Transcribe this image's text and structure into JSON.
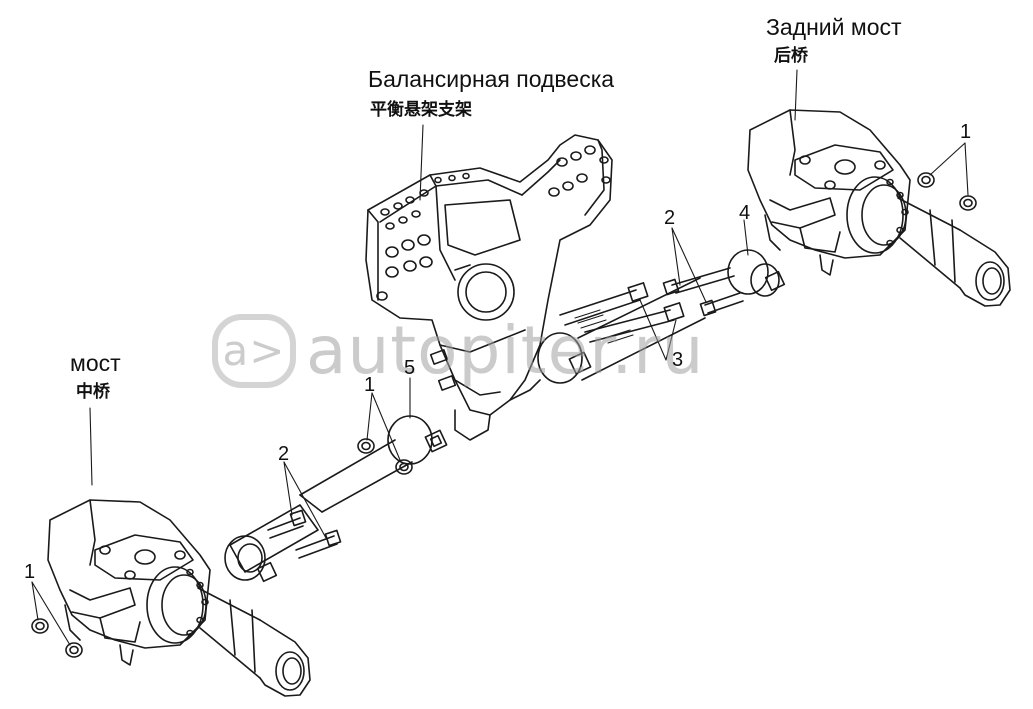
{
  "labels": {
    "rear_axle_ru": "Задний мост",
    "rear_axle_cn": "后桥",
    "balance_ru": "Балансирная подвеска",
    "balance_cn": "平衡悬架支架",
    "mid_axle_ru": "мост",
    "mid_axle_cn": "中桥"
  },
  "callouts": {
    "c1_rear": "1",
    "c2_rear": "2",
    "c4": "4",
    "c3": "3",
    "c5": "5",
    "c1_mid": "1",
    "c2_mid": "2",
    "c1_bottom": "1"
  },
  "watermark": {
    "text": "autopiter.ru",
    "logo": "a>"
  },
  "colors": {
    "line": "#1a1a1a",
    "watermark": "#a0a0a0"
  }
}
